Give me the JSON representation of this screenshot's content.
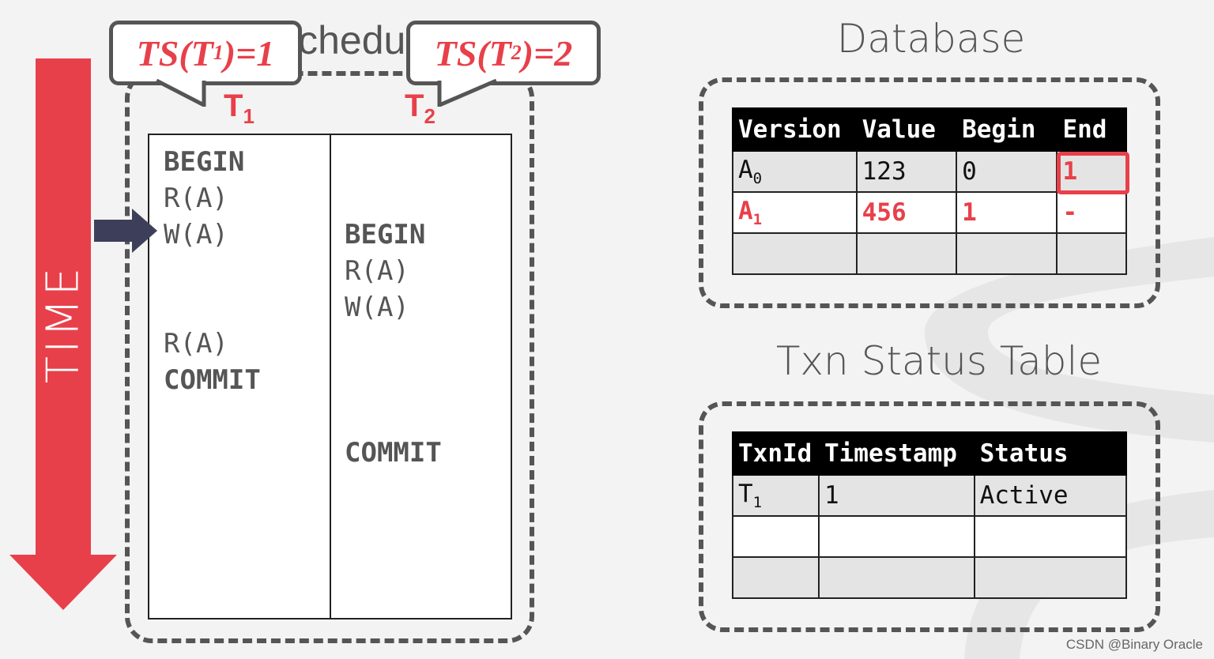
{
  "schedule": {
    "title": "Schedule",
    "t1_label": "T",
    "t1_sub": "1",
    "t2_label": "T",
    "t2_sub": "2",
    "t1_ops": [
      {
        "text": "BEGIN",
        "bold": true
      },
      {
        "text": "R(A)",
        "bold": false
      },
      {
        "text": "W(A)",
        "bold": false
      },
      {
        "text": "R(A)",
        "bold": false
      },
      {
        "text": "COMMIT",
        "bold": true
      }
    ],
    "t2_ops": [
      {
        "text": "BEGIN",
        "bold": true
      },
      {
        "text": "R(A)",
        "bold": false
      },
      {
        "text": "W(A)",
        "bold": false
      },
      {
        "text": "COMMIT",
        "bold": true
      }
    ]
  },
  "time_label": "TIME",
  "bubbles": {
    "ts1_prefix": "TS(T",
    "ts1_sub": "1",
    "ts1_suffix": ")=1",
    "ts2_prefix": "TS(T",
    "ts2_sub": "2",
    "ts2_suffix": ")=2"
  },
  "database": {
    "title": "Database",
    "headers": [
      "Version",
      "Value",
      "Begin",
      "End"
    ],
    "rows": [
      {
        "version": "A",
        "version_sub": "0",
        "value": "123",
        "begin": "0",
        "end": "1",
        "highlight": false
      },
      {
        "version": "A",
        "version_sub": "1",
        "value": "456",
        "begin": "1",
        "end": "-",
        "highlight": true
      },
      {
        "version": "",
        "version_sub": "",
        "value": "",
        "begin": "",
        "end": "",
        "highlight": false
      }
    ]
  },
  "txn_status": {
    "title": "Txn Status Table",
    "headers": [
      "TxnId",
      "Timestamp",
      "Status"
    ],
    "rows": [
      {
        "txn": "T",
        "txn_sub": "1",
        "timestamp": "1",
        "status": "Active"
      },
      {
        "txn": "",
        "txn_sub": "",
        "timestamp": "",
        "status": ""
      },
      {
        "txn": "",
        "txn_sub": "",
        "timestamp": "",
        "status": ""
      }
    ]
  },
  "colors": {
    "accent_red": "#e8404a",
    "dark_gray": "#555555",
    "pointer_navy": "#3d3f5a"
  },
  "watermark": "CSDN @Binary Oracle"
}
